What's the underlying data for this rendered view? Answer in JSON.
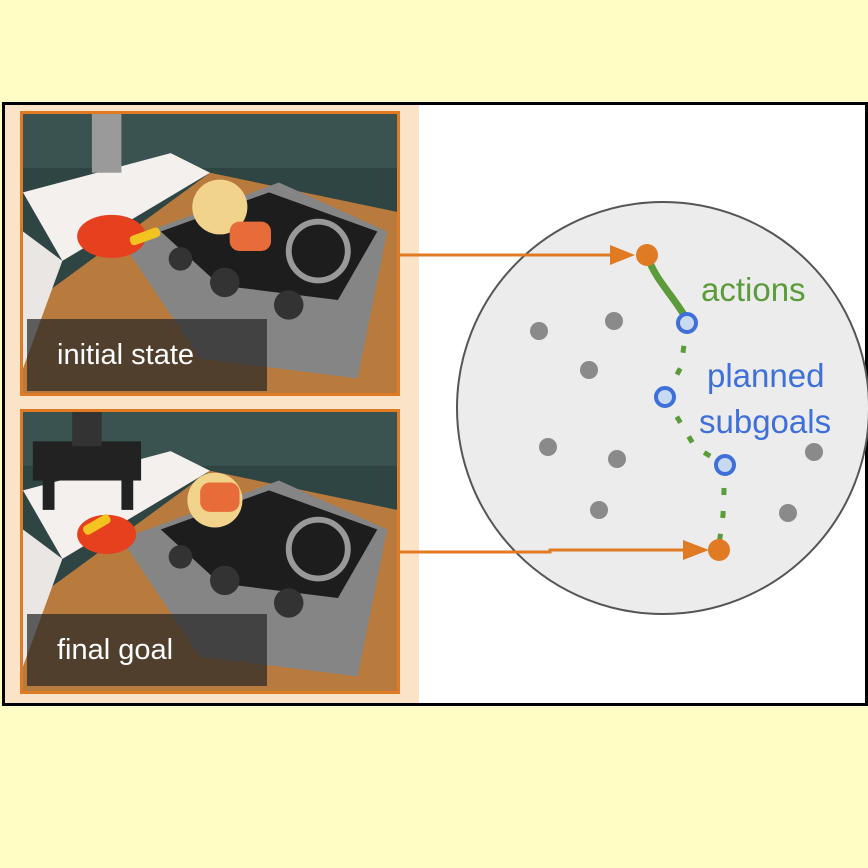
{
  "photos": {
    "initial": {
      "caption": "initial state"
    },
    "final": {
      "caption": "final goal"
    }
  },
  "diagram": {
    "actions_label": "actions",
    "subgoals_label_line1": "planned",
    "subgoals_label_line2": "subgoals"
  },
  "colors": {
    "background": "#fffcc4",
    "frame_orange": "#e07a23",
    "actions_green": "#5b9b3a",
    "subgoal_blue": "#3f6fd8",
    "state_gray": "#8a8a8a",
    "space_circle": "#ececec"
  }
}
